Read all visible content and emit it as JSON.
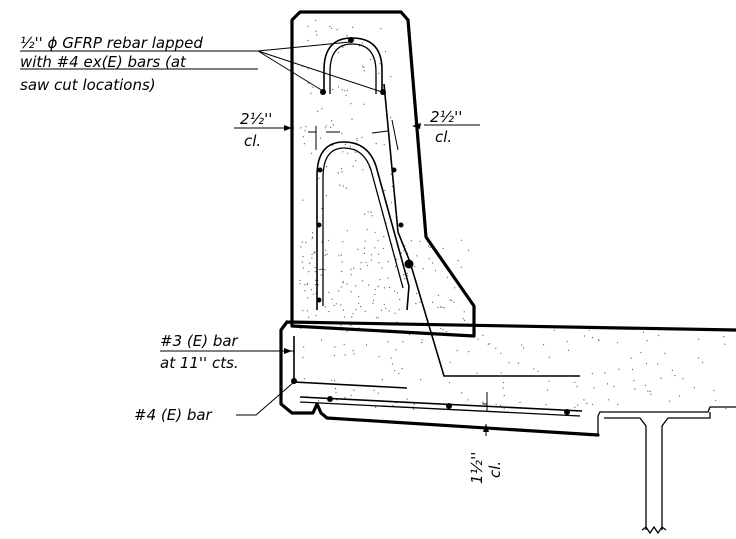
{
  "callouts": {
    "gfrp": {
      "line1": "½'' ϕ GFRP rebar lapped",
      "line2": "with #4 ex(E) bars (at",
      "line3": "saw cut locations)"
    },
    "cl_left": {
      "dim": "2½''",
      "abbr": "cl."
    },
    "cl_right": {
      "dim": "2½''",
      "abbr": "cl."
    },
    "bar3": {
      "line1": "#3 (E) bar",
      "line2": "at 11'' cts."
    },
    "bar4": {
      "label": "#4 (E) bar"
    },
    "cl_bottom": {
      "dim": "1½''",
      "abbr": "cl."
    }
  }
}
